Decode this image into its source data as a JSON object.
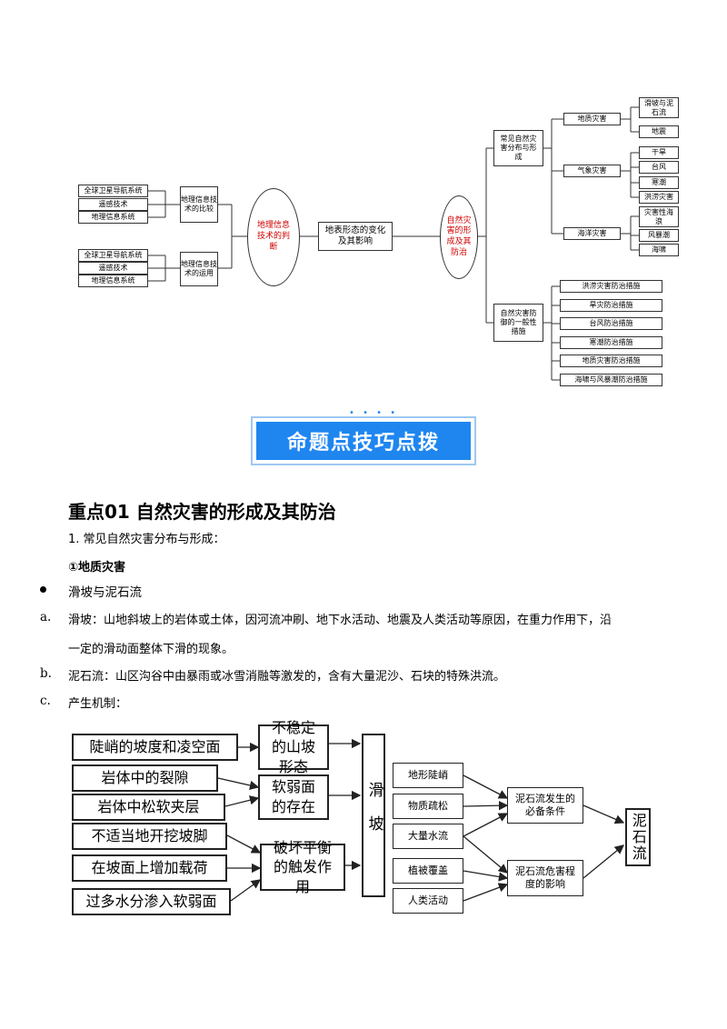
{
  "mindmap": {
    "center": "地表形态的变化及其影响",
    "left_ellipse": "地理信息技术的判断",
    "left_top_group": {
      "label": "地理信息技术的比较",
      "items": [
        "全球卫星导航系统",
        "遥感技术",
        "地理信息系统"
      ]
    },
    "left_bottom_group": {
      "label": "地理信息技术的运用",
      "items": [
        "全球卫星导航系统",
        "遥感技术",
        "地理信息系统"
      ]
    },
    "right_ellipse": "自然灾害的形成及其防治",
    "upper_branch": {
      "label": "常见自然灾害分布与形成",
      "groups": [
        {
          "label": "地质灾害",
          "items": [
            "滑坡与泥石流",
            "地震"
          ]
        },
        {
          "label": "气象灾害",
          "items": [
            "干旱",
            "台风",
            "寒潮",
            "洪涝灾害"
          ]
        },
        {
          "label": "海洋灾害",
          "items": [
            "灾害性海浪",
            "风暴潮",
            "海啸"
          ]
        }
      ]
    },
    "lower_branch": {
      "label": "自然灾害防御的一般性措施",
      "items": [
        "洪涝灾害防治措施",
        "旱灾防治措施",
        "台风防治措施",
        "寒潮防治措施",
        "地质灾害防治措施",
        "海啸与风暴潮防治措施"
      ]
    }
  },
  "banner": {
    "dots": "• • • •",
    "title": "命题点技巧点拨"
  },
  "section": {
    "heading": "重点01  自然灾害的形成及其防治",
    "point1": "1. 常见自然灾害分布与形成：",
    "sub1": "①地质灾害",
    "bullet": "滑坡与泥石流",
    "items": [
      {
        "marker": "a.",
        "text": "滑坡：山地斜坡上的岩体或土体，因河流冲刷、地下水活动、地震及人类活动等原因，在重力作用下，沿",
        "cont": "一定的滑动面整体下滑的现象。"
      },
      {
        "marker": "b.",
        "text": "泥石流：山区沟谷中由暴雨或冰雪消融等激发的，含有大量泥沙、石块的特殊洪流。"
      },
      {
        "marker": "c.",
        "text": "产生机制："
      }
    ]
  },
  "flow": {
    "causes": [
      "陡峭的坡度和凌空面",
      "岩体中的裂隙",
      "岩体中松软夹层",
      "不适当地开挖坡脚",
      "在坡面上增加载荷",
      "过多水分渗入软弱面"
    ],
    "conditions": [
      "不稳定的山坡形态",
      "软弱面的存在",
      "破坏平衡的触发作用"
    ],
    "landslide": "滑坡",
    "factors": [
      "地形陡峭",
      "物质疏松",
      "大量水流",
      "植被覆盖",
      "人类活动"
    ],
    "mid": [
      "泥石流发生的必备条件",
      "泥石流危害程度的影响"
    ],
    "result": "泥石流"
  }
}
